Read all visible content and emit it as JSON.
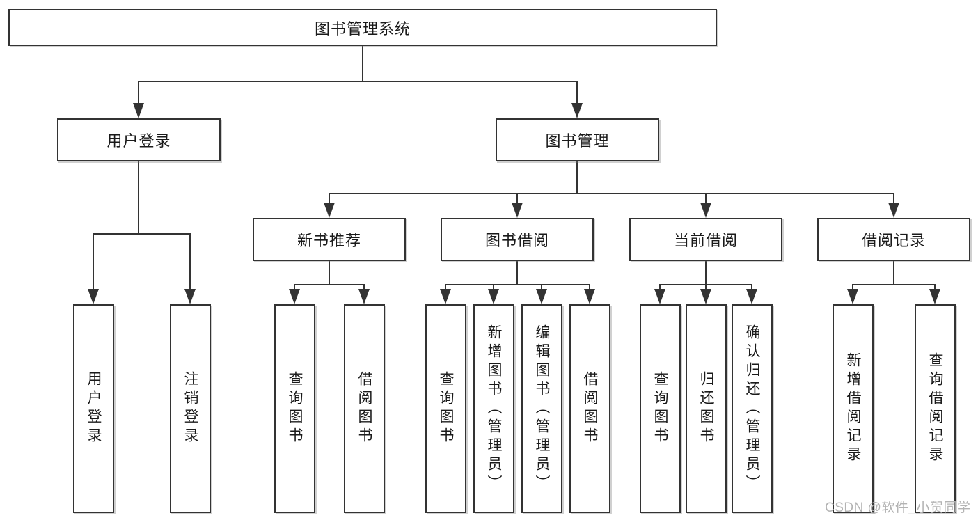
{
  "diagram": {
    "title": "图书管理系统",
    "level2": [
      {
        "label": "用户登录"
      },
      {
        "label": "图书管理"
      }
    ],
    "level3": [
      {
        "label": "新书推荐"
      },
      {
        "label": "图书借阅"
      },
      {
        "label": "当前借阅"
      },
      {
        "label": "借阅记录"
      }
    ],
    "leaves": {
      "user": [
        "用户登录",
        "注销登录"
      ],
      "recommend": [
        "查询图书",
        "借阅图书"
      ],
      "borrow": [
        "查询图书",
        "新增图书（管理员）",
        "编辑图书（管理员）",
        "借阅图书"
      ],
      "current": [
        "查询图书",
        "归还图书",
        "确认归还（管理员）"
      ],
      "records": [
        "新增借阅记录",
        "查询借阅记录"
      ]
    },
    "watermark": "CSDN @软件_小贺同学",
    "colors": {
      "line": "#333333",
      "box_border": "#333333",
      "text": "#1a1a1a",
      "background": "#ffffff",
      "watermark": "#b3b3b3"
    }
  }
}
